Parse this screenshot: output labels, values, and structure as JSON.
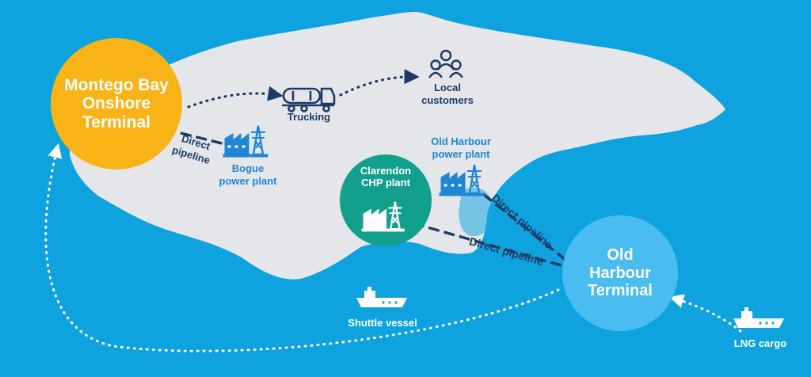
{
  "terminals": {
    "montego": "Montego Bay\nOnshore\nTerminal",
    "old_harbour": "Old\nHarbour\nTerminal"
  },
  "plants": {
    "clarendon": "Clarendon\nCHP plant",
    "bogue_line1": "Bogue",
    "bogue_line2": "power plant",
    "old_harbour_line1": "Old Harbour",
    "old_harbour_line2": "power plant"
  },
  "labels": {
    "trucking": "Trucking",
    "local_customers_line1": "Local",
    "local_customers_line2": "customers",
    "direct": "Direct",
    "pipeline": "pipeline",
    "direct_pipeline": "Direct pipeline",
    "shuttle_vessel": "Shuttle vessel",
    "lng_cargo": "LNG cargo"
  },
  "colors": {
    "sea": "#0ea3de",
    "land": "#e4e6e9",
    "montego_circle": "#f8b316",
    "old_harbour_circle": "#49bdf0",
    "clarendon_circle": "#12a08d",
    "route_dark": "#1e3a66",
    "plant_blue": "#1f86d6"
  },
  "icons": [
    "truck-icon",
    "people-icon",
    "power-plant-icon",
    "ship-icon"
  ]
}
